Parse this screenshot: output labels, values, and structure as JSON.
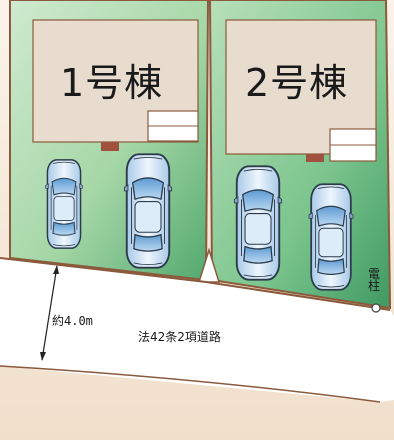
{
  "lots": [
    {
      "building_label": "1号棟"
    },
    {
      "building_label": "2号棟"
    }
  ],
  "road": {
    "label": "法42条2項道路",
    "width_label": "約4.0m"
  },
  "utility_pole": {
    "label": "電柱"
  },
  "colors": {
    "lot_green": "#a9d9a6",
    "lot_green_dark": "#52a96f",
    "building": "#e8dcce",
    "boundary": "#8b5a3c",
    "surround": "#f5e9da",
    "road": "#ffffff",
    "car_body": "#cfe3f5",
    "car_glass": "#7fb4e0"
  }
}
